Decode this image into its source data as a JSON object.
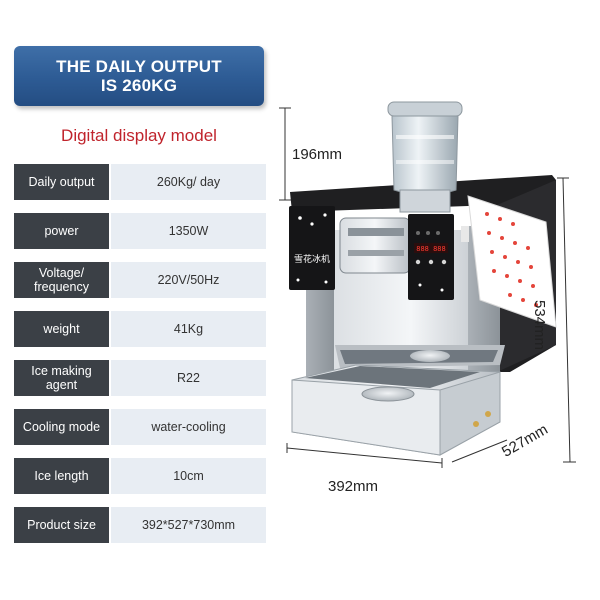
{
  "banner": {
    "line1": "THE DAILY OUTPUT",
    "line2": "IS 260KG"
  },
  "subtitle": "Digital display model",
  "specs": [
    {
      "label": "Daily output",
      "value": "260Kg/ day"
    },
    {
      "label": "power",
      "value": "1350W"
    },
    {
      "label": "Voltage/ frequency",
      "value": "220V/50Hz"
    },
    {
      "label": "weight",
      "value": "41Kg"
    },
    {
      "label": "Ice making agent",
      "value": "R22"
    },
    {
      "label": "Cooling mode",
      "value": "water-cooling"
    },
    {
      "label": "Ice length",
      "value": "10cm"
    },
    {
      "label": "Product size",
      "value": "392*527*730mm"
    }
  ],
  "dimensions": {
    "top": "196mm",
    "height": "534mm",
    "width": "392mm",
    "depth": "527mm"
  },
  "machine": {
    "panel_logo": "雪花冰机",
    "display_readout": "888 888"
  }
}
